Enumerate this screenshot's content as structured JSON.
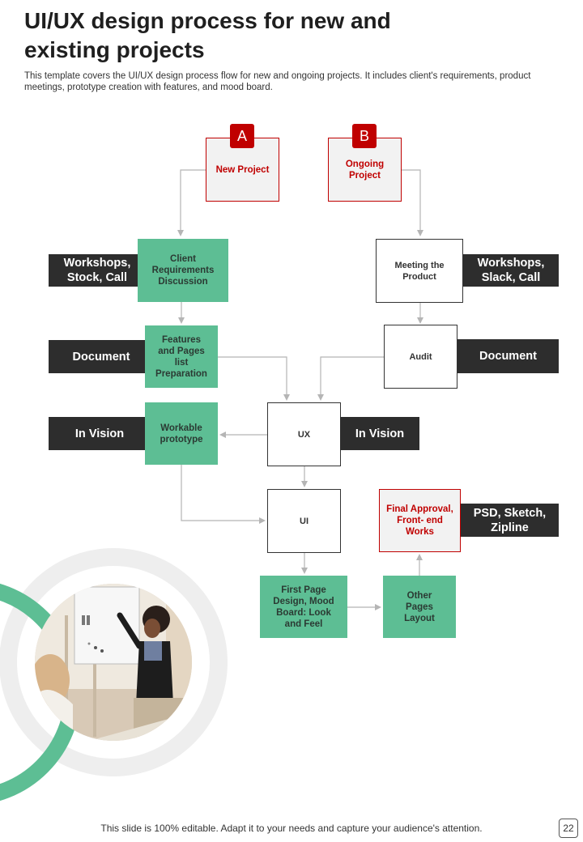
{
  "title": "UI/UX design process for new and existing projects",
  "description": "This template covers the UI/UX   design process flow for new and ongoing projects. It includes client's requirements, product meetings, prototype creation with features, and mood board.",
  "badges": {
    "a": "A",
    "b": "B"
  },
  "boxes": {
    "new_project": "New Project",
    "ongoing_project": "Ongoing Project",
    "client_requirements": "Client Requirements Discussion",
    "meeting_product": "Meeting the Product",
    "features_pages": "Features and Pages list Preparation",
    "audit": "Audit",
    "workable_prototype": "Workable prototype",
    "ux": "UX",
    "ui": "UI",
    "final_approval": "Final Approval, Front- end Works",
    "first_page_design": "First Page Design, Mood Board: Look and Feel",
    "other_pages": "Other Pages Layout"
  },
  "labels": {
    "workshops_stock_call": "Workshops, Stock, Call",
    "workshops_slack_call": "Workshops, Slack, Call",
    "document_left": "Document",
    "document_right": "Document",
    "in_vision_left": "In Vision",
    "in_vision_right": "In Vision",
    "psd_sketch_zipline": "PSD, Sketch, Zipline"
  },
  "footer": "This slide is 100% editable. Adapt it to your needs and capture your audience's attention.",
  "page_number": "22",
  "colors": {
    "accent_red": "#c00000",
    "green": "#5dbe94",
    "dark": "#2d2d2d"
  }
}
